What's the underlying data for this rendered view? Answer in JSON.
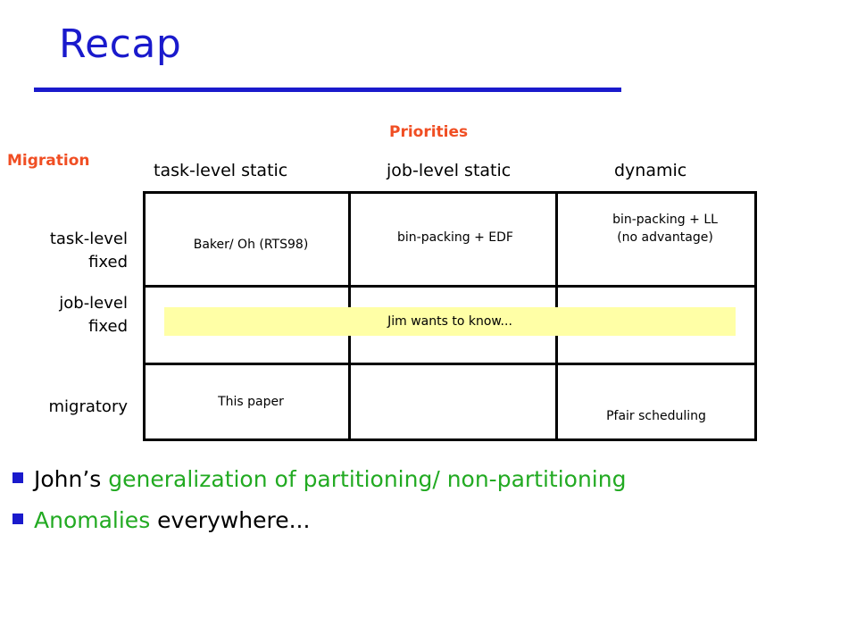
{
  "title": "Recap",
  "priorities_label": "Priorities",
  "migration_label": "Migration",
  "columns": [
    "task-level static",
    "job-level static",
    "dynamic"
  ],
  "rows": [
    {
      "line1": "task-level",
      "line2": "fixed"
    },
    {
      "line1": "job-level",
      "line2": "fixed"
    },
    {
      "line1": "migratory",
      "line2": ""
    }
  ],
  "cells": {
    "baker": "Baker/ Oh (RTS98)",
    "bin_edf": "bin-packing + EDF",
    "bin_ll_line1": "bin-packing + LL",
    "bin_ll_line2": "(no advantage)",
    "this_paper": "This paper",
    "pfair": "Pfair scheduling"
  },
  "banner": "Jim wants to know...",
  "bullets": [
    {
      "prefix": "John’s ",
      "highlight": "generalization of partitioning/ non-partitioning",
      "suffix": ""
    },
    {
      "prefix": "",
      "highlight": "Anomalies",
      "suffix": " everywhere..."
    }
  ],
  "colors": {
    "title": "#1a1acc",
    "accent_orange": "#f04e23",
    "accent_green": "#22aa22",
    "banner": "#ffffa6"
  }
}
